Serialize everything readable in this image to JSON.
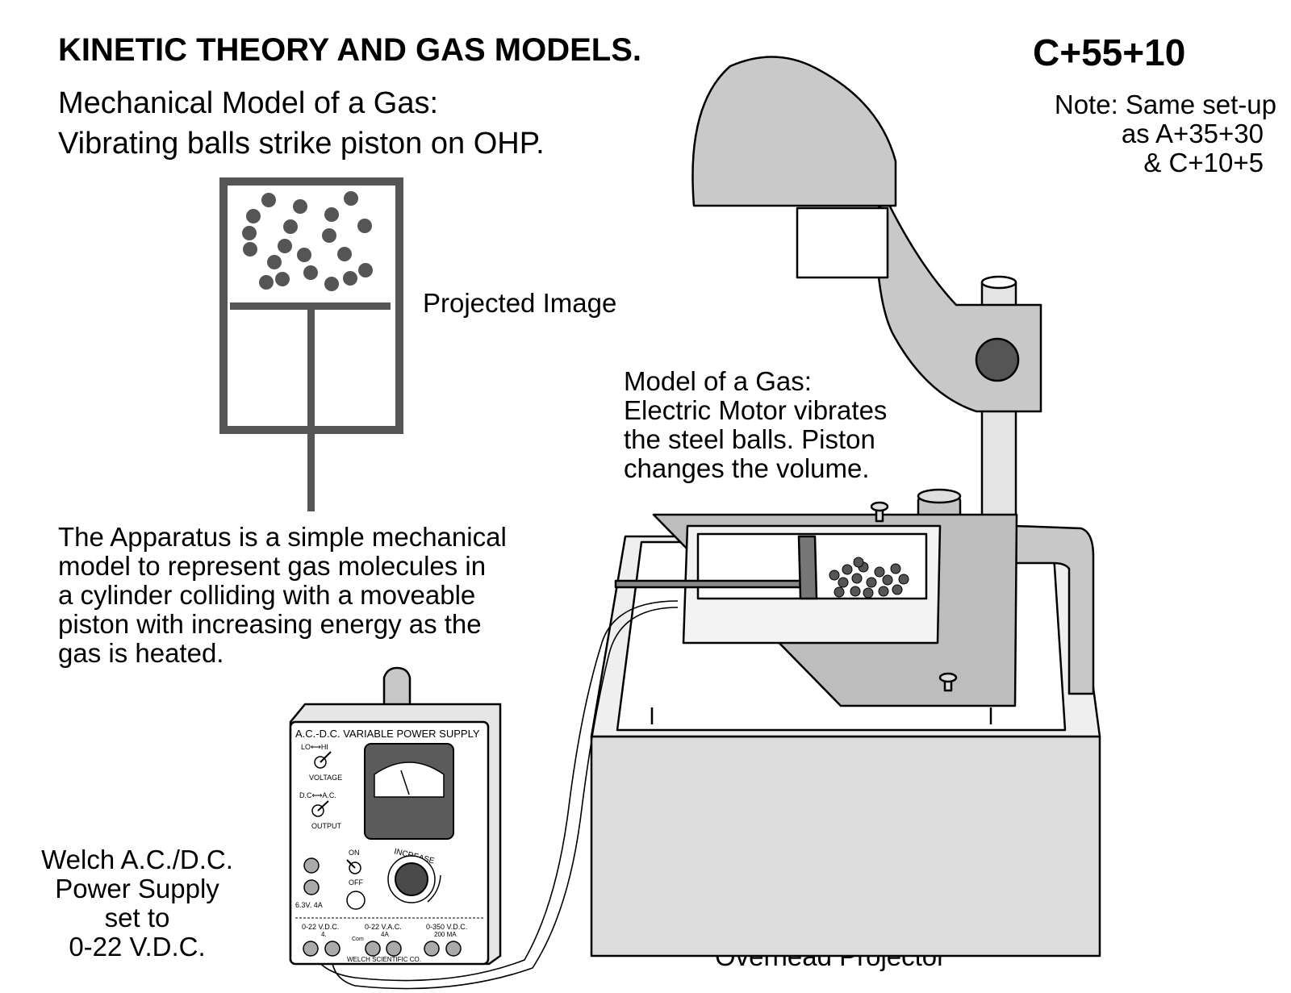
{
  "header": {
    "title": "KINETIC THEORY AND GAS MODELS.",
    "code": "C+55+10"
  },
  "subtitle": {
    "line1": "Mechanical Model of a Gas:",
    "line2": "Vibrating balls strike piston on OHP."
  },
  "note": {
    "line1": "Note: Same set-up",
    "line2": "as A+35+30",
    "line3": "&  C+10+5"
  },
  "labels": {
    "projected_image": "Projected Image",
    "overhead_projector": "Overhead Projector"
  },
  "model_desc": [
    "Model of a Gas:",
    "Electric Motor vibrates",
    "the steel balls.  Piston",
    "changes the volume."
  ],
  "apparatus_desc": [
    "The Apparatus is a simple mechanical",
    "model to represent gas molecules in",
    "a cylinder colliding with a moveable",
    "piston with increasing energy as the",
    "gas is heated."
  ],
  "supply_desc": [
    "Welch A.C./D.C.",
    "Power Supply",
    "set to",
    "0-22 V.D.C."
  ],
  "power_supply": {
    "name": "A.C.-D.C. VARIABLE POWER SUPPLY",
    "lo_hi": "LO⟷HI",
    "voltage": "VOLTAGE",
    "dc_ac": "D.C⟷A.C.",
    "output": "OUTPUT",
    "on": "ON",
    "off": "OFF",
    "increase": "INCREASE",
    "tap": "6.3V.  4A",
    "term1": "0-22 V.D.C.",
    "term1_sub": "4.",
    "term2": "0-22 V.A.C.",
    "term2_sub": "4A",
    "term3": "0-350 V.D.C.",
    "term3_sub": "200 MA",
    "com": "Com",
    "maker": "WELCH SCIENTIFIC CO."
  },
  "colors": {
    "ink": "#000000",
    "panel_gray": "#b9b9b9",
    "light_gray": "#d9d9d9",
    "ball": "#555555"
  }
}
